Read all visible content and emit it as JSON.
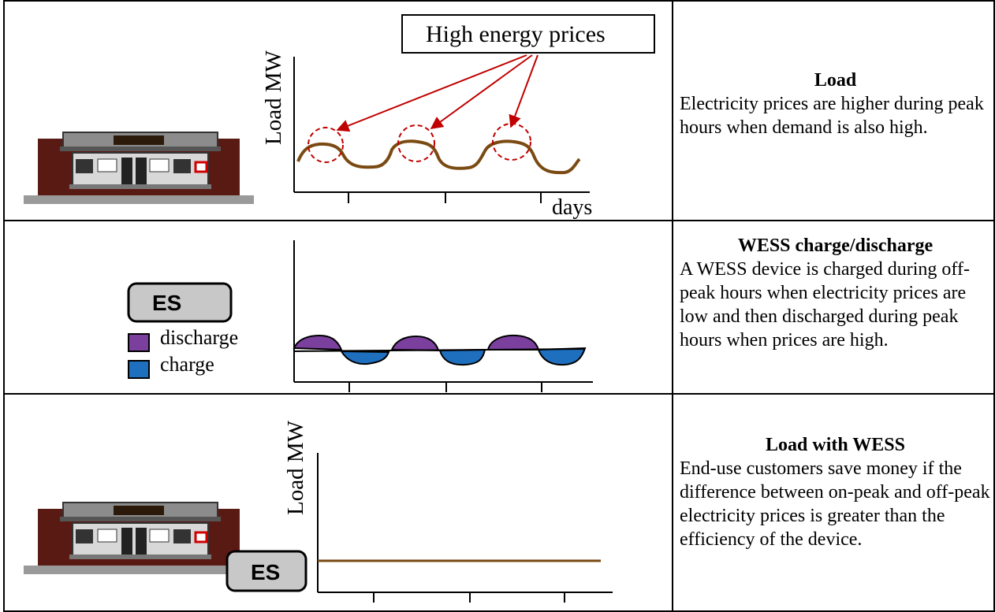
{
  "rows": [
    {
      "title": "Load",
      "text": "Electricity prices are higher during peak hours when demand is also high.",
      "y_label": "Load MW",
      "x_label": "days",
      "callout": "High energy prices"
    },
    {
      "title": "WESS charge/discharge",
      "text": "A WESS device is charged during off-peak hours when electricity prices are low and then discharged during peak hours when prices are high.",
      "device_label": "ES",
      "legend": [
        {
          "label": "discharge",
          "color": "#7b3f9e"
        },
        {
          "label": "charge",
          "color": "#1f6fbf"
        }
      ]
    },
    {
      "title": "Load with WESS",
      "text": "End-use customers save money if the difference between on-peak and off-peak electricity prices is greater than the efficiency of the device.",
      "y_label": "Load MW",
      "device_label": "ES"
    }
  ],
  "colors": {
    "load_curve": "#7a4a12",
    "arrow": "#c00000",
    "discharge": "#7b3f9e",
    "charge": "#1f6fbf",
    "building_brick": "#5a1a14",
    "building_gray": "#9a9a9a"
  },
  "icons": [
    "store-building-icon",
    "energy-storage-icon"
  ]
}
